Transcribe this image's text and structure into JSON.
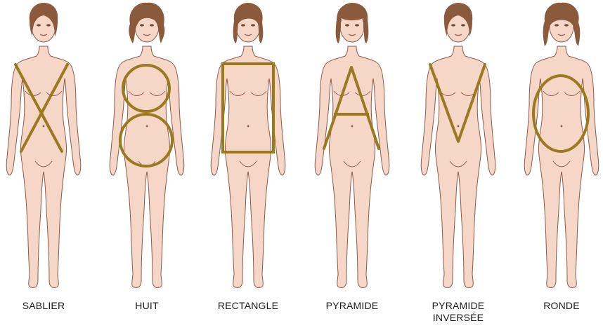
{
  "colors": {
    "skin": "#f6d7c7",
    "skin_outline": "#8a5a4a",
    "hair": "#8b5a3c",
    "shape_stroke": "#9a7a1f",
    "text": "#1a1a1a"
  },
  "figures": [
    {
      "label": "SABLIER",
      "shape": "x-icon",
      "hair": "short"
    },
    {
      "label": "HUIT",
      "shape": "figure-eight-icon",
      "hair": "curly"
    },
    {
      "label": "RECTANGLE",
      "shape": "rectangle-icon",
      "hair": "bob"
    },
    {
      "label": "PYRAMIDE",
      "shape": "triangle-a-icon",
      "hair": "bob-bangs"
    },
    {
      "label": "PYRAMIDE",
      "label_line2": "INVERSÉE",
      "shape": "v-icon",
      "hair": "short"
    },
    {
      "label": "RONDE",
      "shape": "ellipse-icon",
      "hair": "layered"
    }
  ]
}
